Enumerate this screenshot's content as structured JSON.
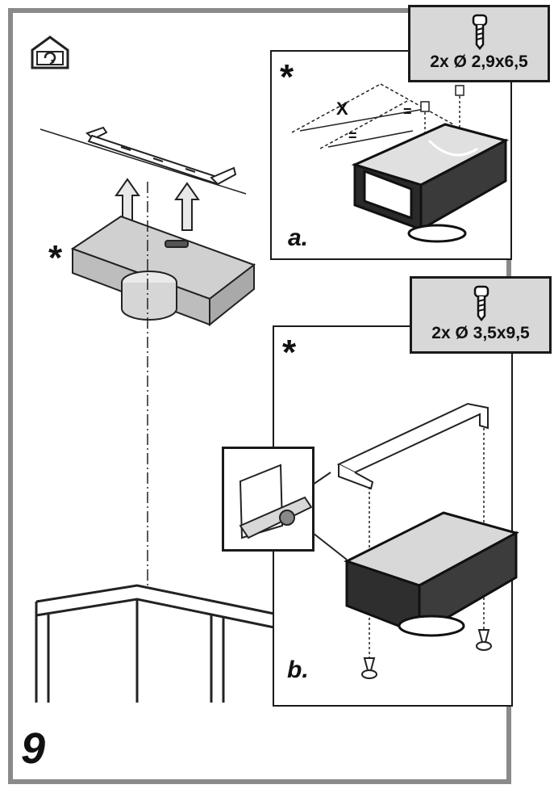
{
  "step": {
    "number": "9"
  },
  "panel_a": {
    "label": "a.",
    "marker": "*",
    "screw_spec": "2x Ø 2,9x6,5",
    "dimension_label": "X",
    "equal_marks": [
      "=",
      "="
    ]
  },
  "panel_b": {
    "label": "b.",
    "marker": "*",
    "screw_spec": "2x Ø 3,5x9,5"
  },
  "main": {
    "marker": "*"
  },
  "icons": [
    "house-icon",
    "screw-icon",
    "arrow-up-icon"
  ]
}
